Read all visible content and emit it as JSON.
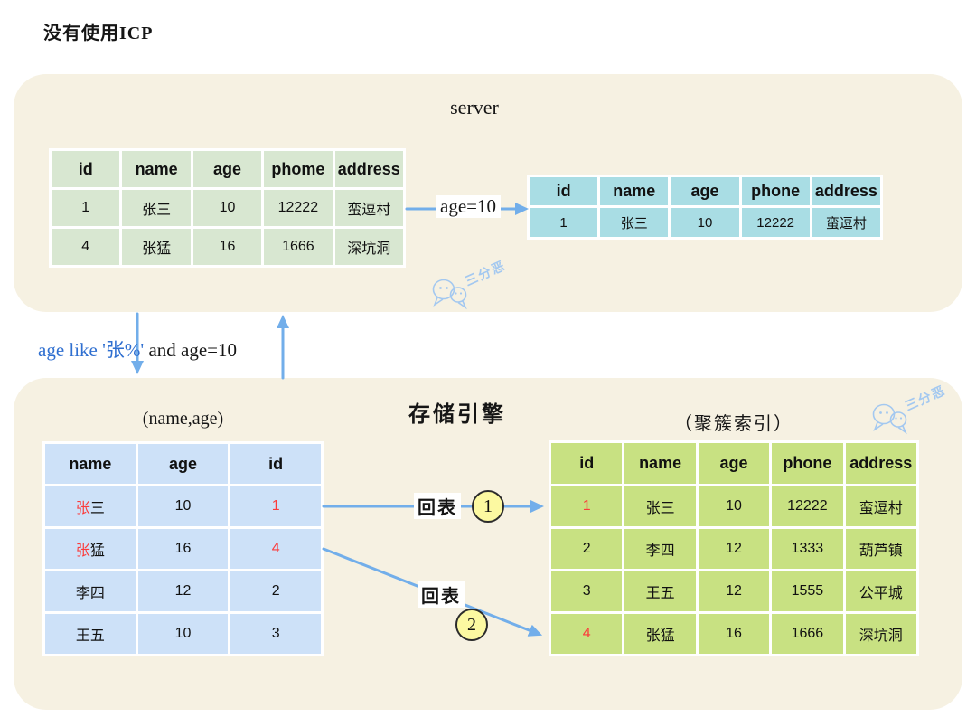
{
  "title": "没有使用ICP",
  "watermark": {
    "text": "三分恶"
  },
  "server_panel": {
    "label": "server",
    "filter_arrow_label": "age=10",
    "base_table": {
      "headers": [
        "id",
        "name",
        "age",
        "phome",
        "address"
      ],
      "rows": [
        [
          "1",
          "张三",
          "10",
          "12222",
          "蛮逗村"
        ],
        [
          "4",
          "张猛",
          "16",
          "1666",
          "深坑洞"
        ]
      ]
    },
    "result_table": {
      "headers": [
        "id",
        "name",
        "age",
        "phone",
        "address"
      ],
      "rows": [
        [
          "1",
          "张三",
          "10",
          "12222",
          "蛮逗村"
        ]
      ]
    }
  },
  "query": {
    "index_part": "age like '张%'",
    "rest_part": " and age=10"
  },
  "engine_panel": {
    "label": "存储引擎",
    "secondary_index": {
      "label": "(name,age)",
      "headers": [
        "name",
        "age",
        "id"
      ],
      "rows": [
        [
          [
            {
              "t": "张",
              "red": true
            },
            {
              "t": "三"
            }
          ],
          "10",
          [
            {
              "t": "1",
              "red": true
            }
          ]
        ],
        [
          [
            {
              "t": "张",
              "red": true
            },
            {
              "t": "猛"
            }
          ],
          "16",
          [
            {
              "t": "4",
              "red": true
            }
          ]
        ],
        [
          "李四",
          "12",
          "2"
        ],
        [
          "王五",
          "10",
          "3"
        ]
      ]
    },
    "clustered_index": {
      "label": "（聚簇索引）",
      "headers": [
        "id",
        "name",
        "age",
        "phone",
        "address"
      ],
      "rows": [
        [
          [
            {
              "t": "1",
              "red": true
            }
          ],
          "张三",
          "10",
          "12222",
          "蛮逗村"
        ],
        [
          "2",
          "李四",
          "12",
          "1333",
          "葫芦镇"
        ],
        [
          "3",
          "王五",
          "12",
          "1555",
          "公平城"
        ],
        [
          [
            {
              "t": "4",
              "red": true
            }
          ],
          "张猛",
          "16",
          "1666",
          "深坑洞"
        ]
      ]
    },
    "back_to_table": [
      {
        "label": "回表",
        "badge": "1"
      },
      {
        "label": "回表",
        "badge": "2"
      }
    ]
  },
  "colors": {
    "panel_cream": "#f6f1e2",
    "table_sage": "#d8e7d1",
    "table_cyan": "#a9dde4",
    "table_blue": "#cde1f8",
    "table_lime": "#c8e182",
    "arrow_blue": "#72aeea",
    "query_blue": "#2f6fd0",
    "highlight_red": "#fb3b3b",
    "badge_yellow": "#fcf9a1",
    "watermark_blue": "#a3c8f0"
  }
}
